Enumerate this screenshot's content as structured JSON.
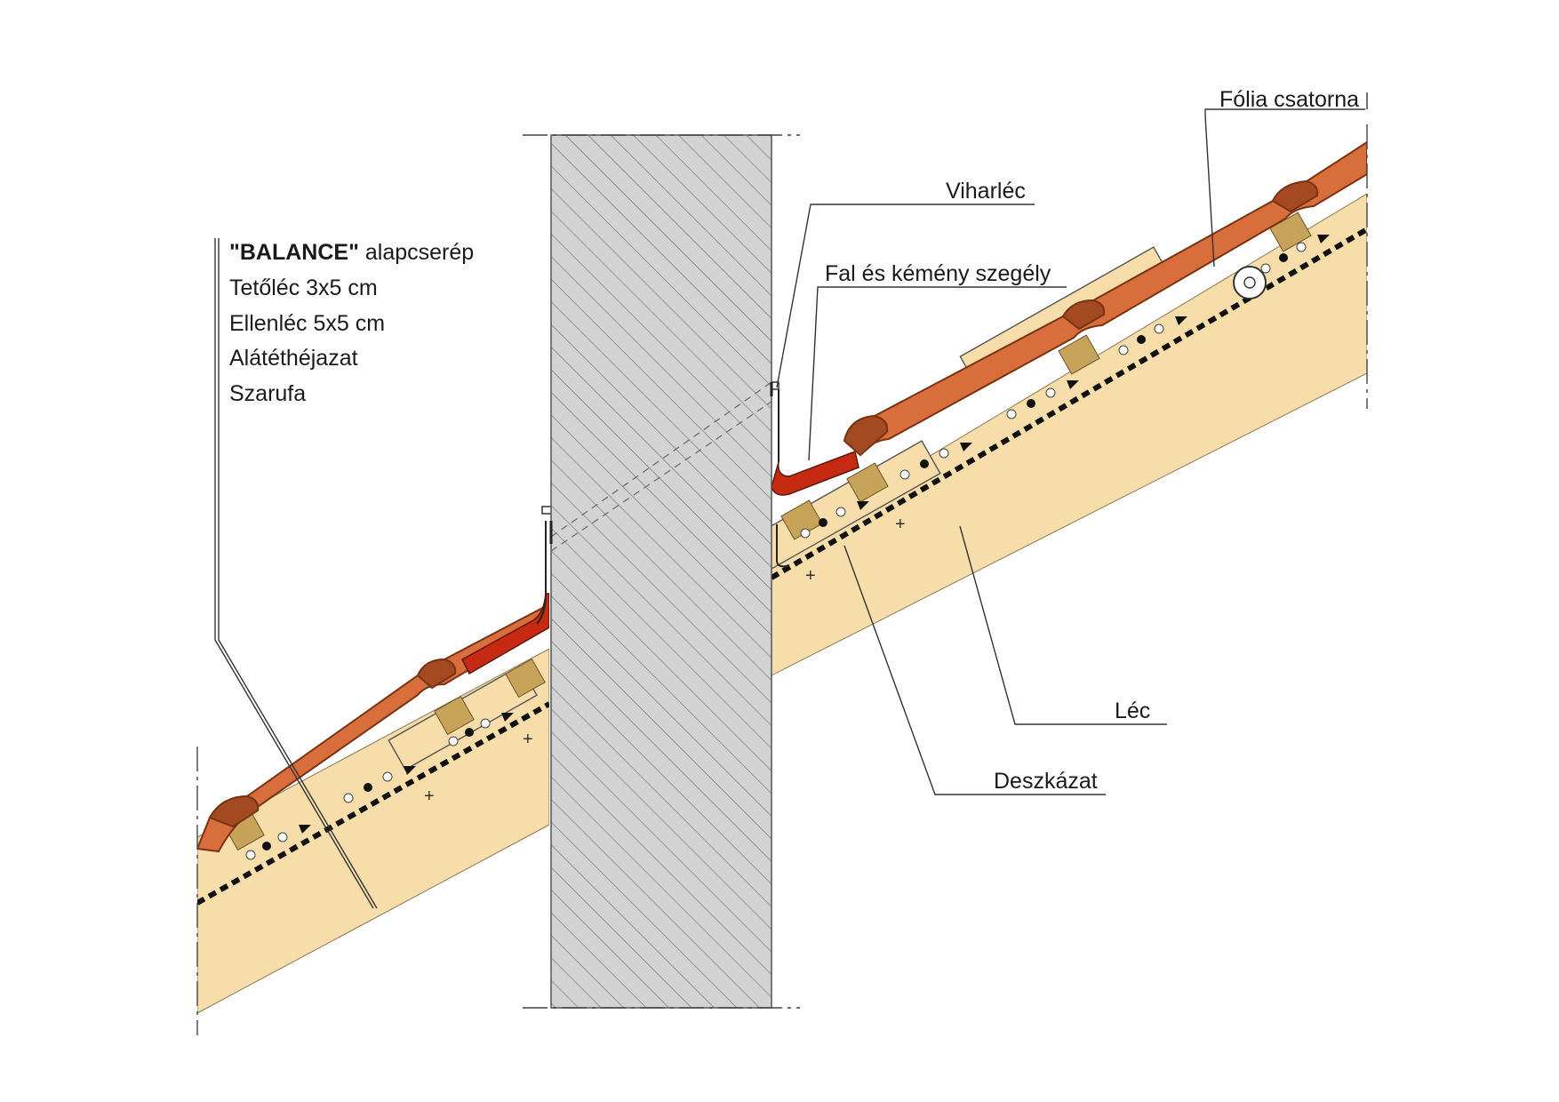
{
  "colors": {
    "rafter": "#F6DDAA",
    "tile": "#D96E3D",
    "tile_dark": "#A34A22",
    "batten": "#C7A35A",
    "flashing": "#C62A12",
    "chimney": "#D3D3D3"
  },
  "labels": {
    "left_stack": {
      "tile_bold": "\"BALANCE\"",
      "tile_rest": " alapcserép",
      "batten": "Tetőléc 3x5 cm",
      "counter_batten": "Ellenléc 5x5 cm",
      "underlay": "Alátéthéjazat",
      "rafter": "Szarufa"
    },
    "foil_channel": "Fólia csatorna",
    "storm_batten": "Viharléc",
    "wall_chimney_flashing": "Fal és kémény szegély",
    "lath": "Léc",
    "boarding": "Deszkázat"
  }
}
